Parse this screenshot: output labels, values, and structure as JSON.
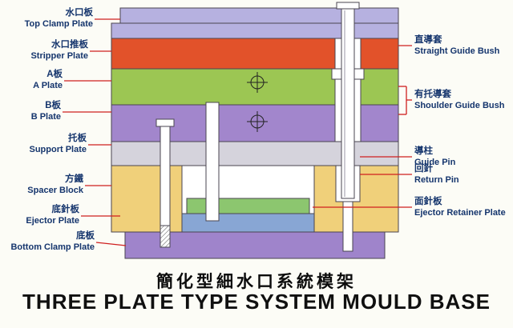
{
  "titles": {
    "chinese": "簡化型細水口系統模架",
    "english": "THREE PLATE TYPE SYSTEM MOULD BASE"
  },
  "left_labels": [
    {
      "cn": "水口板",
      "en": "Top Clamp Plate"
    },
    {
      "cn": "水口推板",
      "en": "Stripper Plate"
    },
    {
      "cn": "A板",
      "en": "A Plate"
    },
    {
      "cn": "B板",
      "en": "B Plate"
    },
    {
      "cn": "托板",
      "en": "Support Plate"
    },
    {
      "cn": "方鐵",
      "en": "Spacer Block"
    },
    {
      "cn": "底針板",
      "en": "Ejector Plate"
    },
    {
      "cn": "底板",
      "en": "Bottom Clamp Plate"
    }
  ],
  "right_labels": [
    {
      "cn": "直導套",
      "en": "Straight Guide Bush"
    },
    {
      "cn": "有托導套",
      "en": "Shoulder Guide Bush"
    },
    {
      "cn": "導柱",
      "en": "Guide Pin"
    },
    {
      "cn": "回針",
      "en": "Return Pin"
    },
    {
      "cn": "面針板",
      "en": "Ejector Retainer Plate"
    }
  ],
  "colors": {
    "top_clamp_plate": "#b6b1e0",
    "stripper_plate": "#e2522a",
    "a_plate": "#9cc653",
    "b_plate": "#a286cc",
    "support_plate": "#d5d3dc",
    "spacer_block": "#f0d07a",
    "ejector_retainer_plate": "#8cc66f",
    "ejector_plate": "#88a6d4",
    "bottom_clamp_plate": "#9f84cb",
    "gap_background": "#ffffff",
    "leader_line": "#cf1f1f",
    "label_text": "#15356d",
    "outline": "#4a4550",
    "pin_fill": "#ffffff"
  }
}
